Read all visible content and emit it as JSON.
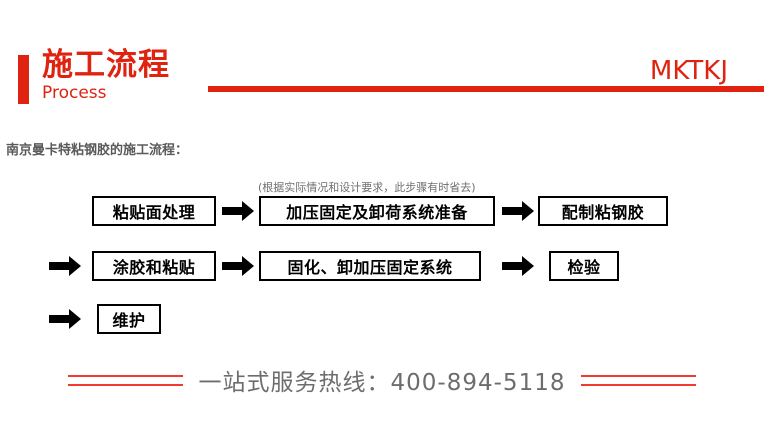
{
  "header": {
    "title_cn": "施工流程",
    "title_en": "Process",
    "brand": "MKTKJ",
    "accent_color": "#e02211"
  },
  "intro": {
    "text": "南京曼卡特粘钢胶的施工流程："
  },
  "flow": {
    "note": "(根据实际情况和设计要求，此步骤有时省去)",
    "arrow_icon": "arrow-right-icon",
    "rows": [
      {
        "leading_arrow": false,
        "steps": [
          {
            "label": "粘贴面处理"
          },
          {
            "label": "加压固定及卸荷系统准备"
          },
          {
            "label": "配制粘钢胶"
          }
        ]
      },
      {
        "leading_arrow": true,
        "steps": [
          {
            "label": "涂胶和粘贴"
          },
          {
            "label": "固化、卸加压固定系统"
          },
          {
            "label": "检验"
          }
        ]
      },
      {
        "leading_arrow": true,
        "steps": [
          {
            "label": "维护"
          }
        ]
      }
    ]
  },
  "footer": {
    "hotline_text": "一站式服务热线：400-894-5118",
    "line_color": "#f23b30"
  }
}
